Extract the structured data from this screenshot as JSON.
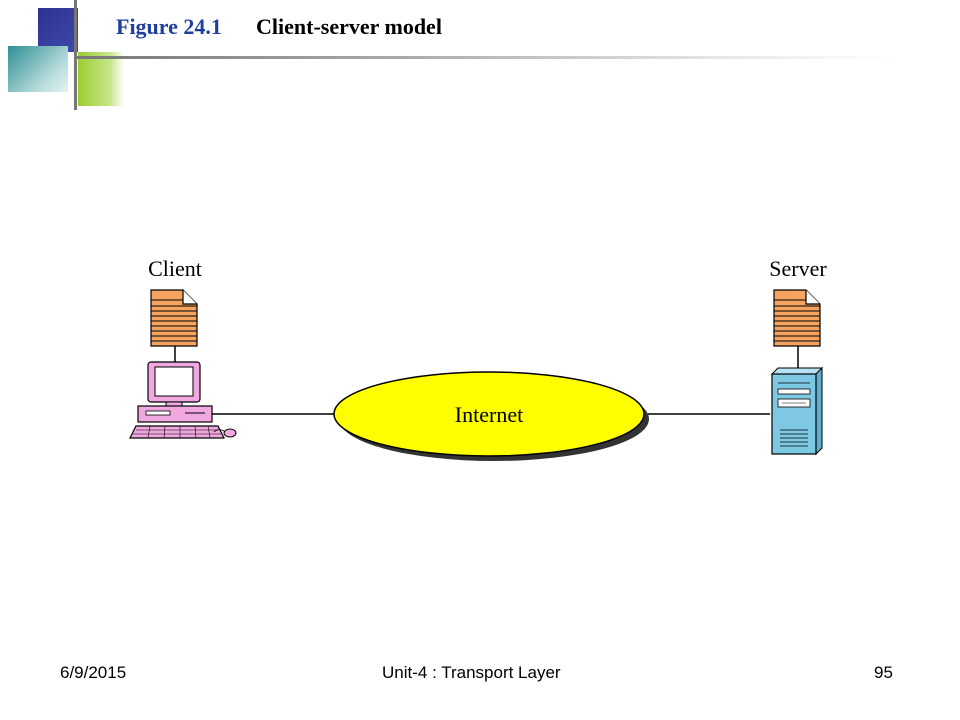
{
  "slide": {
    "figure_number": "Figure 24.1",
    "figure_title": "Client-server model"
  },
  "diagram": {
    "client_label": "Client",
    "server_label": "Server",
    "network_label": "Internet"
  },
  "footer": {
    "date": "6/9/2015",
    "unit": "Unit-4 : Transport Layer",
    "page": "95"
  },
  "colors": {
    "title_blue": "#1f3f9f",
    "deco_blue": "#2e3192",
    "deco_teal": "#5fa3a8",
    "deco_green": "#9acd32",
    "cloud_yellow": "#ffff00",
    "document_orange": "#f4a460",
    "client_pink": "#f1a7e0",
    "server_blue": "#7ec8e3"
  }
}
